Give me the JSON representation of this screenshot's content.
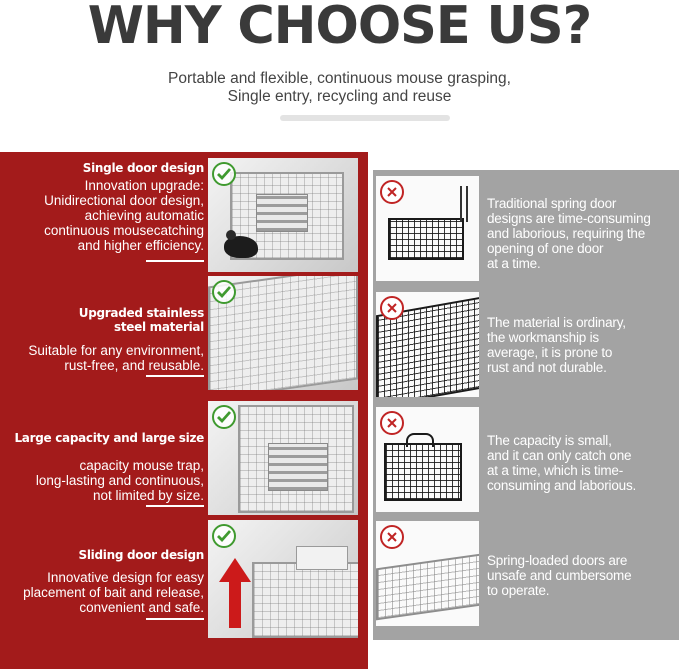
{
  "header": {
    "title": "WHY CHOOSE US?",
    "subtitle_line1": "Portable and flexible, continuous mouse grasping,",
    "subtitle_line2": "Single entry, recycling and reuse"
  },
  "colors": {
    "advantage_panel": "#a31b1b",
    "drawback_panel": "#a3a3a3",
    "check": "#3f9a2f",
    "cross": "#c02424"
  },
  "advantages": [
    {
      "title": "Single door design",
      "body": [
        "Innovation upgrade:",
        "Unidirectional door design,",
        "achieving automatic",
        "continuous mousecatching",
        "and higher efficiency."
      ],
      "icon": "check-icon"
    },
    {
      "title": [
        "Upgraded stainless",
        "steel material"
      ],
      "body": [
        "Suitable for any environment,",
        "rust-free, and reusable."
      ],
      "icon": "check-icon"
    },
    {
      "title": "Large capacity and large size",
      "body": [
        "capacity mouse trap,",
        "long-lasting and continuous,",
        "not limited by size."
      ],
      "icon": "check-icon"
    },
    {
      "title": "Sliding door design",
      "body": [
        "Innovative design for easy",
        "placement of bait and release,",
        "convenient and safe."
      ],
      "icon": "check-icon"
    }
  ],
  "drawbacks": [
    {
      "text": [
        "Traditional spring door",
        "designs are time-consuming",
        "and laborious, requiring the",
        "opening of one door",
        "at a time."
      ],
      "icon": "cross-icon"
    },
    {
      "text": [
        "The material is ordinary,",
        "the workmanship is",
        "average, it is prone to",
        "rust and not durable."
      ],
      "icon": "cross-icon"
    },
    {
      "text": [
        "The capacity is small,",
        "and it can only catch one",
        "at a time, which is time-",
        "consuming and laborious."
      ],
      "icon": "cross-icon"
    },
    {
      "text": [
        "Spring-loaded doors are",
        "unsafe and cumbersome",
        "to operate."
      ],
      "icon": "cross-icon"
    }
  ]
}
